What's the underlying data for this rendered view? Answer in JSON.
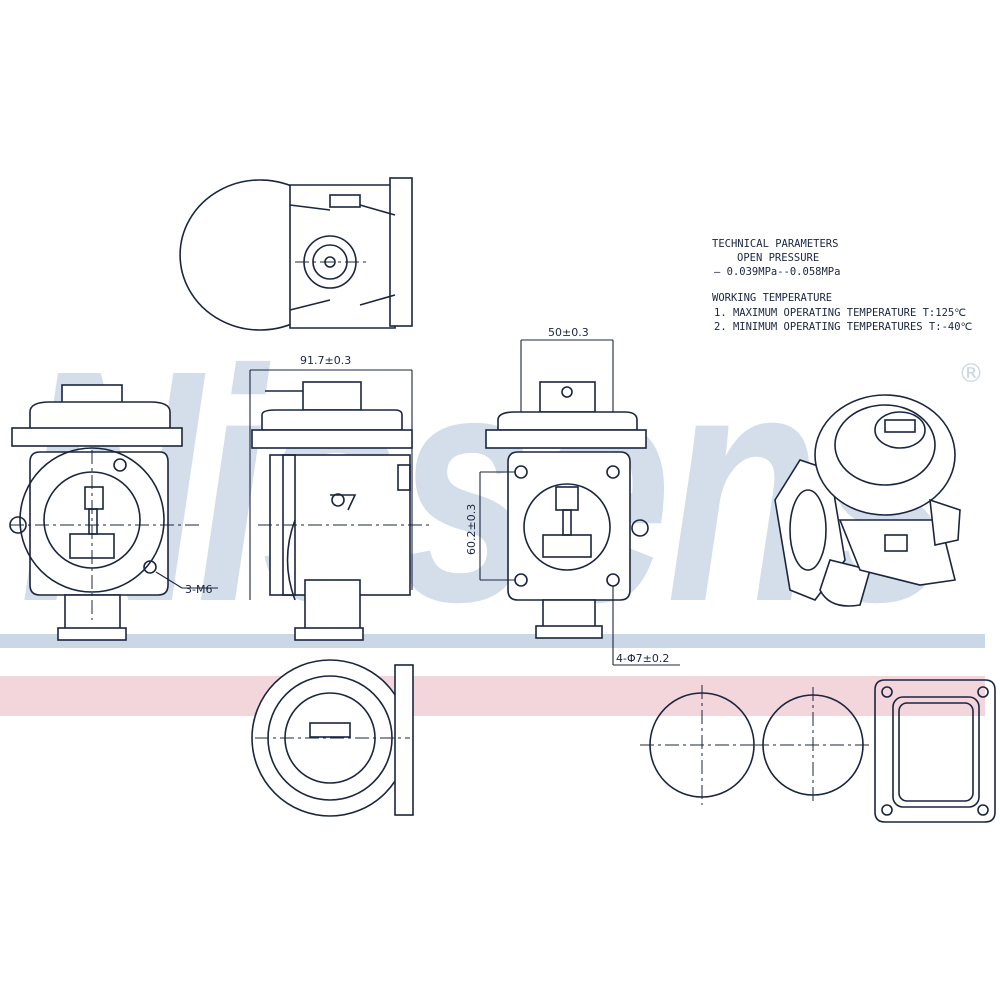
{
  "brand": {
    "watermark": "Nissens",
    "registered_mark": "®",
    "watermark_color": "#d3deea",
    "stripe_blue": "#c9d7e6",
    "stripe_pink": "#f3d5dc"
  },
  "technical_parameters": {
    "heading": "TECHNICAL PARAMETERS",
    "open_pressure_label": "OPEN PRESSURE",
    "open_pressure_value": "–  0.039MPa--0.058MPa",
    "working_temperature_heading": "WORKING TEMPERATURE",
    "max_temp": "1.  MAXIMUM OPERATING TEMPERATURE T:125℃",
    "min_temp": "2.  MINIMUM OPERATING TEMPERATURES T:-40℃"
  },
  "dimensions": {
    "width_side": "91.7±0.3",
    "hole_spacing_h": "50±0.3",
    "hole_spacing_v": "60.2±0.3",
    "holes": "4-Φ7±0.2",
    "thread": "3-M6"
  }
}
